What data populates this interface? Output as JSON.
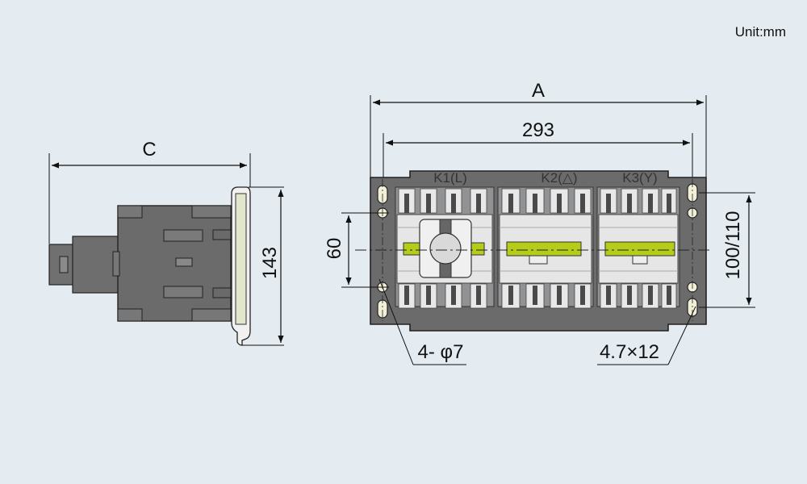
{
  "unit_label": "Unit:mm",
  "side_view": {
    "dim_width_label": "C",
    "dim_height_label": "143"
  },
  "front_view": {
    "dim_overall_label": "A",
    "dim_inner_label": "293",
    "dim_left_vertical_label": "60",
    "dim_right_vertical_label": "100/110",
    "contactor_labels": [
      "K1(L)",
      "K2(△)",
      "K3(Y)"
    ],
    "hole_callout_label": "4- φ7",
    "slot_callout_label": "4.7×12"
  },
  "colors": {
    "background": "#e4ecf1",
    "body_dark": "#6b6b6b",
    "body_mid": "#8e9092",
    "panel_light": "#e6e6e6",
    "indicator_green": "#b5cc18",
    "line": "#111111"
  }
}
